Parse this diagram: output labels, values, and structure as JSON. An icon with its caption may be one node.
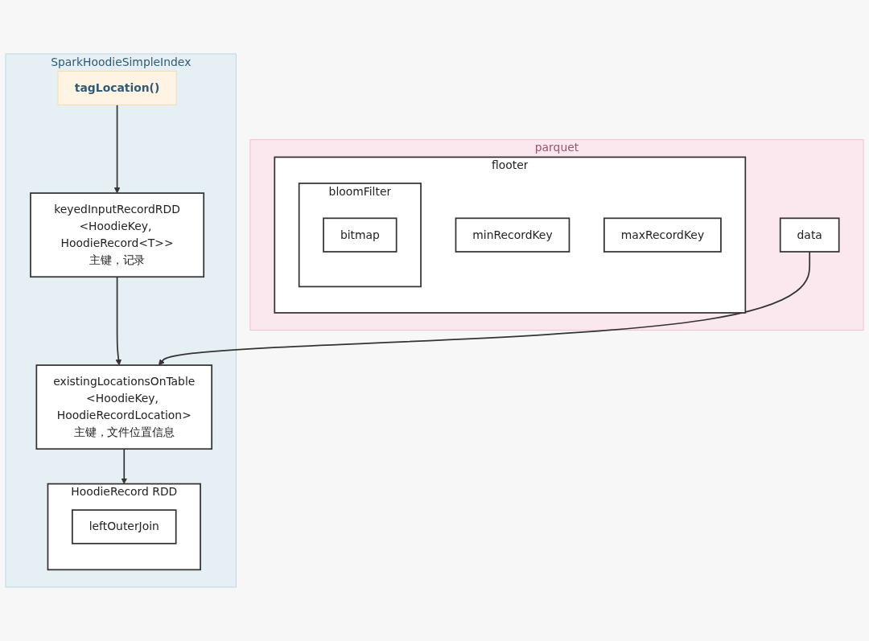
{
  "diagram": {
    "nodes": [
      {
        "text": [
          "SparkHoodieSimpleIndex"
        ]
      },
      {
        "text": [
          "tagLocation()"
        ],
        "in": 0
      },
      {
        "text": [
          "keyedInputRecordRDD",
          "<HoodieKey, HoodieRecord<T>>",
          "主键，记录"
        ],
        "in": 0
      },
      {
        "text": [
          "existingLocationsOnTable",
          "<HoodieKey, HoodieRecordLocation>",
          "主键，文件位置信息"
        ],
        "in": 0
      },
      {
        "text": [
          "HoodieRecord RDD"
        ],
        "in": 0
      },
      {
        "text": [
          "leftOuterJoin"
        ],
        "in": 4
      },
      {
        "text": [
          "parquet"
        ]
      },
      {
        "text": [
          "data"
        ],
        "in": 6
      },
      {
        "text": [
          "flooter"
        ],
        "in": 6
      },
      {
        "text": [
          "minRecordKey"
        ],
        "in": 8
      },
      {
        "text": [
          "maxRecordKey"
        ],
        "in": 8
      },
      {
        "text": [
          "bloomFilter"
        ],
        "in": 8
      },
      {
        "text": [
          "bitmap"
        ],
        "in": 11
      }
    ],
    "edges": [
      {
        "from": 1,
        "to": 2,
        "arrow": "to"
      },
      {
        "from": 2,
        "to": 3,
        "arrow": "to"
      },
      {
        "from": 3,
        "to": 4,
        "arrow": "to"
      },
      {
        "from": 7,
        "to": 3,
        "arrow": "to"
      }
    ]
  }
}
